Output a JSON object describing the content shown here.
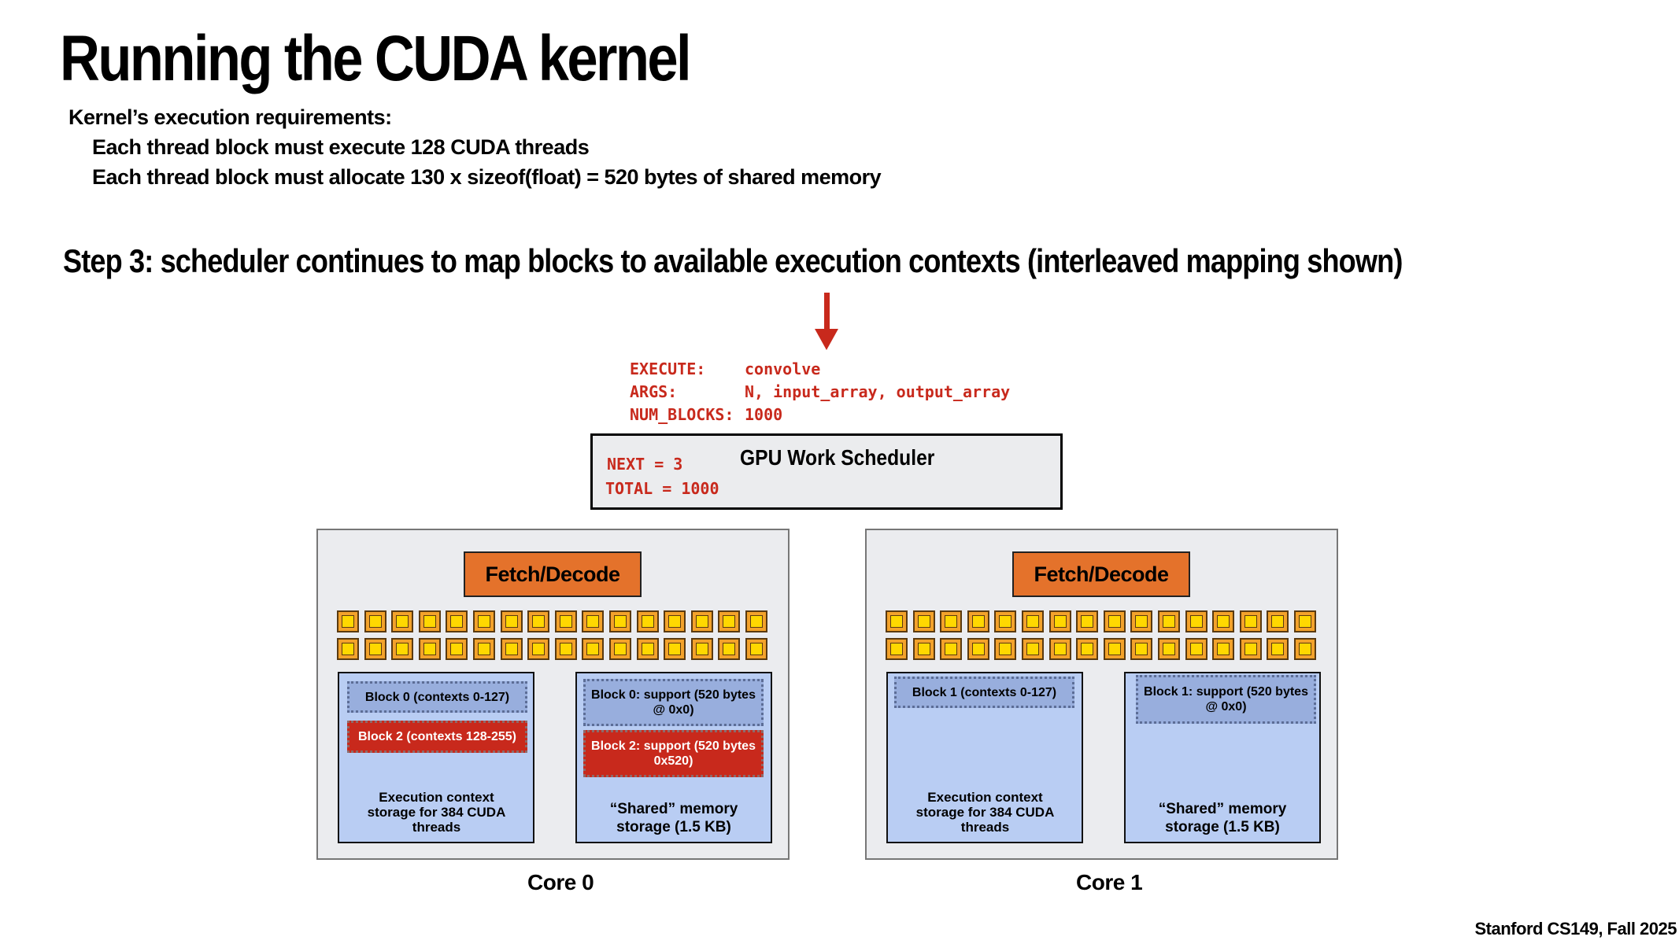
{
  "slide": {
    "title": "Running the CUDA kernel",
    "requirements": {
      "heading": "Kernel’s execution requirements:",
      "line1": "Each thread block must execute 128 CUDA threads",
      "line2": "Each thread block must allocate 130 x sizeof(float) =  520 bytes of shared memory"
    },
    "step": "Step 3: scheduler continues to map blocks to available execution contexts (interleaved mapping shown)",
    "footer": "Stanford CS149, Fall 2025"
  },
  "command": {
    "execute_key": "EXECUTE:",
    "execute_val": "convolve",
    "args_key": "ARGS:",
    "args_val": "N, input_array, output_array",
    "blocks_key": "NUM_BLOCKS:",
    "blocks_val": "1000"
  },
  "scheduler": {
    "title": "GPU Work Scheduler",
    "next": "NEXT = 3",
    "total": "TOTAL = 1000"
  },
  "cores": [
    {
      "label": "Core 0",
      "fetch_decode": "Fetch/Decode",
      "exec_storage_label": "Execution context storage for 384 CUDA threads",
      "shared_storage_label": "“Shared” memory storage (1.5 KB)",
      "exec_blocks": [
        "Block 0 (contexts 0-127)",
        "Block 2 (contexts 128-255)"
      ],
      "shared_blocks": [
        "Block 0: support (520 bytes @ 0x0)",
        "Block 2: support (520 bytes 0x520)"
      ]
    },
    {
      "label": "Core 1",
      "fetch_decode": "Fetch/Decode",
      "exec_storage_label": "Execution context storage for 384 CUDA threads",
      "shared_storage_label": "“Shared” memory storage (1.5 KB)",
      "exec_blocks": [
        "Block 1 (contexts 0-127)"
      ],
      "shared_blocks": [
        "Block 1: support (520 bytes @ 0x0)"
      ]
    }
  ],
  "colors": {
    "accent_red": "#c8291c",
    "fetch_orange": "#e4722b",
    "storage_blue": "#b9cdf3",
    "block_blue": "#98aedd",
    "alu_yellow": "#ffd800"
  }
}
